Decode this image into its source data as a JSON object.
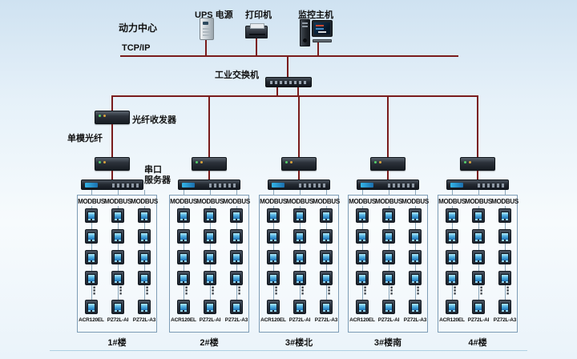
{
  "colors": {
    "trunk_line": "#7a1c1c",
    "meter_line": "#8aa6ba"
  },
  "top": {
    "power_center_label": "动力中心",
    "ups_label": "UPS 电源",
    "printer_label": "打印机",
    "host_label": "监控主机",
    "tcpip_label": "TCP/IP"
  },
  "network": {
    "switch_label": "工业交换机",
    "fiber_transceiver_label": "光纤收发器",
    "single_mode_fiber_label": "单模光纤",
    "serial_server_label": "串口\n服务器"
  },
  "bus_label": "MODBUS",
  "ellipsis": "⋮",
  "meter_models": [
    "ACR120EL",
    "PZ72L-AI",
    "PZ72L-A3"
  ],
  "groups": [
    {
      "building": "1#楼"
    },
    {
      "building": "2#楼"
    },
    {
      "building": "3#楼北"
    },
    {
      "building": "3#楼南"
    },
    {
      "building": "4#楼"
    }
  ]
}
